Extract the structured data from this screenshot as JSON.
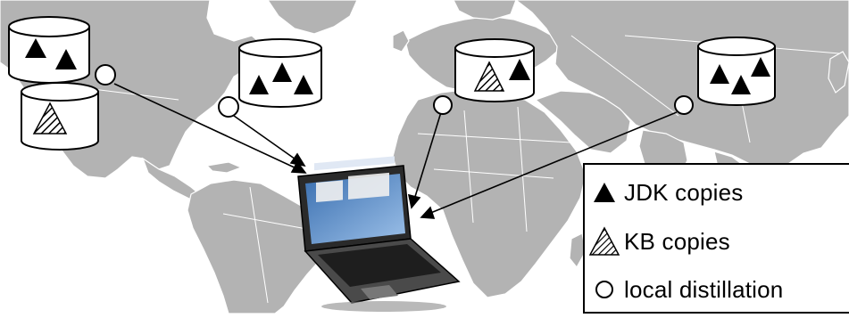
{
  "legend": {
    "items": [
      {
        "symbol": "solid-triangle",
        "label": "JDK copies"
      },
      {
        "symbol": "hatched-triangle",
        "label": "KB copies"
      },
      {
        "symbol": "hollow-circle",
        "label": "local distillation"
      }
    ]
  },
  "colors": {
    "map_land": "#b3b3b3",
    "map_borders": "#ffffff",
    "ink": "#000000",
    "background": "#ffffff"
  }
}
